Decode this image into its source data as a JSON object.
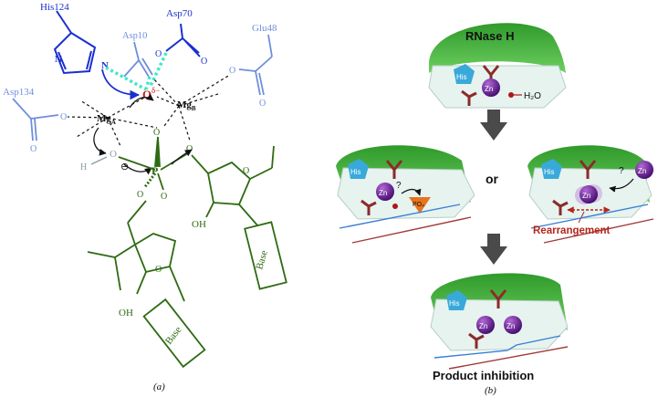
{
  "colors": {
    "dark_blue": "#1a2fd0",
    "light_blue": "#6f8fdd",
    "green": "#2e6b12",
    "red": "#cc1a1a",
    "cyan_hbond": "#3ee8c8",
    "cap_green": "#37a533",
    "zn_purple": "#6a1b9a",
    "his_cyan": "#39a9d9",
    "residue_red": "#8c2a2a",
    "arrow_gray": "#4a4a4a",
    "rearr_red": "#b3261e"
  },
  "panel_a": {
    "label": "(a)",
    "residues": {
      "his124": "His124",
      "asp70": "Asp70",
      "asp10": "Asp10",
      "glu48": "Glu48",
      "asp134": "Asp134"
    },
    "atoms": {
      "nucleophile_o": "O",
      "nucleophile_charge": "δ−",
      "mg_a": "Mg",
      "mg_a_sub": "A",
      "mg_b": "Mg",
      "mg_b_sub": "B",
      "phosphorus": "P",
      "hydroxyl_h": "H",
      "minus": "⊖",
      "oh_1": "OH",
      "oh_2": "OH",
      "o_ring": "O",
      "n_label": "N"
    },
    "base_label": "Base"
  },
  "panel_b": {
    "label": "(b)",
    "enzyme_name": "RNase H",
    "his_label": "His",
    "zn_label": "Zn",
    "water_label": "H₂O",
    "or_label": "or",
    "question": "?",
    "po4_label": "PO₄",
    "rearrangement_label": "Rearrangement",
    "product_label": "Product inhibition"
  }
}
